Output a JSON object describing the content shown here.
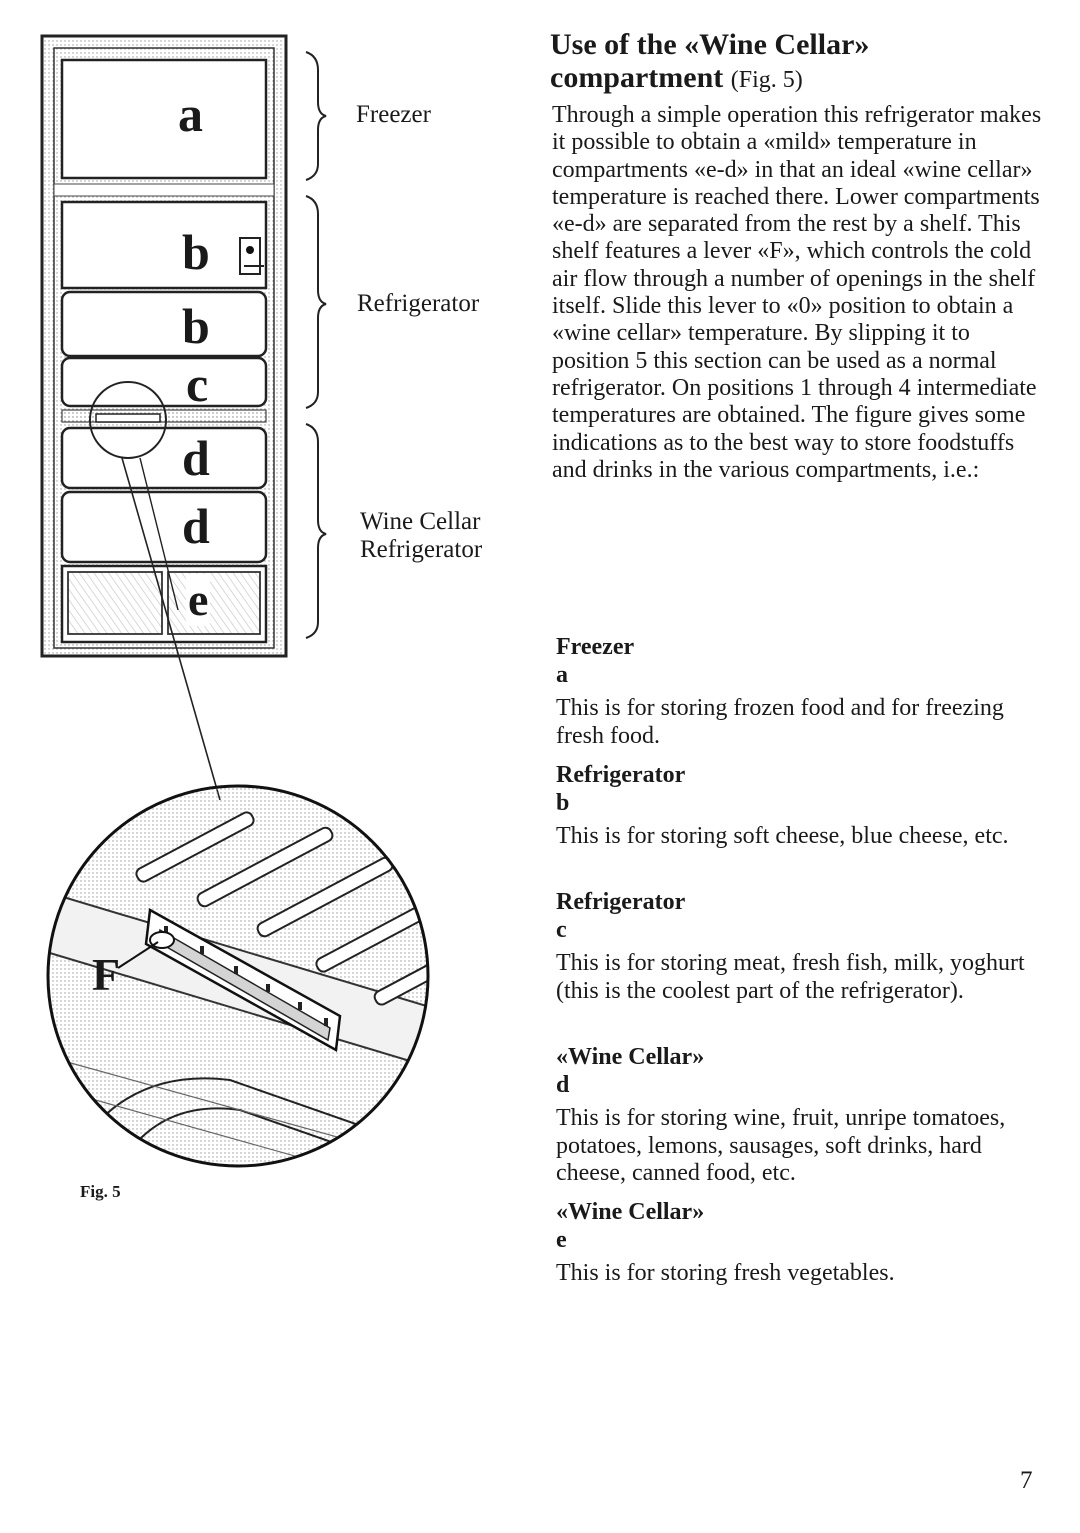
{
  "figure": {
    "compartment_letters": [
      "a",
      "b",
      "b",
      "c",
      "d",
      "d",
      "e"
    ],
    "zone_labels": {
      "freezer": "Freezer",
      "refrigerator": "Refrigerator",
      "wine_cellar_line1": "Wine Cellar",
      "wine_cellar_line2": "Refrigerator"
    },
    "lever_label": "F",
    "caption": "Fig. 5"
  },
  "article": {
    "title_main": "Use of the «Wine Cellar» compartment",
    "title_figref": "(Fig. 5)",
    "intro": "Through a simple operation this refrigerator makes it possible to obtain a «mild» temperature in compartments «e-d» in that an ideal «wine cellar» temperature is reached there. Lower compartments «e-d» are separated from the rest by a shelf. This shelf features a lever «F», which controls the cold air flow through a number of openings in the shelf itself. Slide this lever to «0» position to obtain a «wine cellar» temperature. By slipping it to position 5 this section can be used as a normal refrigerator. On positions 1 through 4 intermediate temperatures are obtained. The figure gives some indications as to the best way to store foodstuffs and drinks in the various compartments, i.e.:",
    "sections": [
      {
        "heading": "Freezer",
        "letter": "a",
        "text": "This is for storing frozen food and for freezing fresh food."
      },
      {
        "heading": "Refrigerator",
        "letter": "b",
        "text": "This is for storing soft cheese, blue cheese, etc."
      },
      {
        "heading": "Refrigerator",
        "letter": "c",
        "text": "This is for storing meat, fresh fish, milk, yoghurt (this is the coolest part of the refrigerator)."
      },
      {
        "heading": "«Wine Cellar»",
        "letter": "d",
        "text": "This is for storing wine, fruit, unripe tomatoes, potatoes, lemons, sausages, soft drinks, hard cheese, canned food, etc."
      },
      {
        "heading": "«Wine Cellar»",
        "letter": "e",
        "text": "This is for storing fresh vegetables."
      }
    ]
  },
  "page_number": "7"
}
